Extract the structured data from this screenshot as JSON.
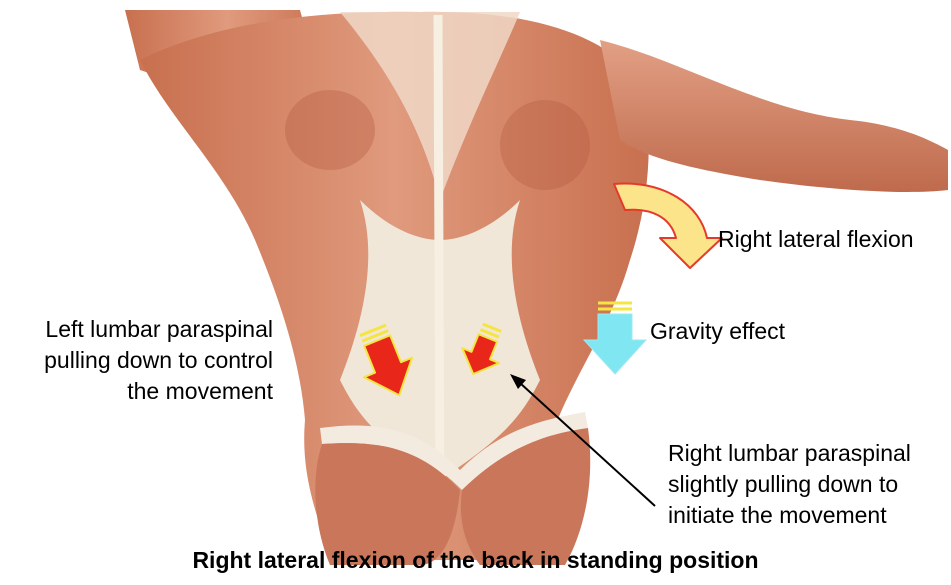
{
  "labels": {
    "right_lateral_flexion": "Right lateral flexion",
    "gravity_effect": "Gravity effect",
    "left_lumbar": [
      "Left lumbar paraspinal",
      "pulling down to control",
      "the movement"
    ],
    "right_lumbar": [
      "Right lumbar paraspinal",
      "slightly pulling down to",
      "initiate the movement"
    ]
  },
  "caption": "Right lateral flexion of the back in standing position",
  "colors": {
    "muscle": "#d9866a",
    "muscle_dark": "#b4593f",
    "tendon": "#f1e7d8",
    "force_arrow_red": "#e8261a",
    "force_arrow_border": "#f4e542",
    "gravity_arrow": "#7fe6f2",
    "flexion_arrow": "#fbe48a",
    "flexion_arrow_border": "#e53a2a"
  }
}
